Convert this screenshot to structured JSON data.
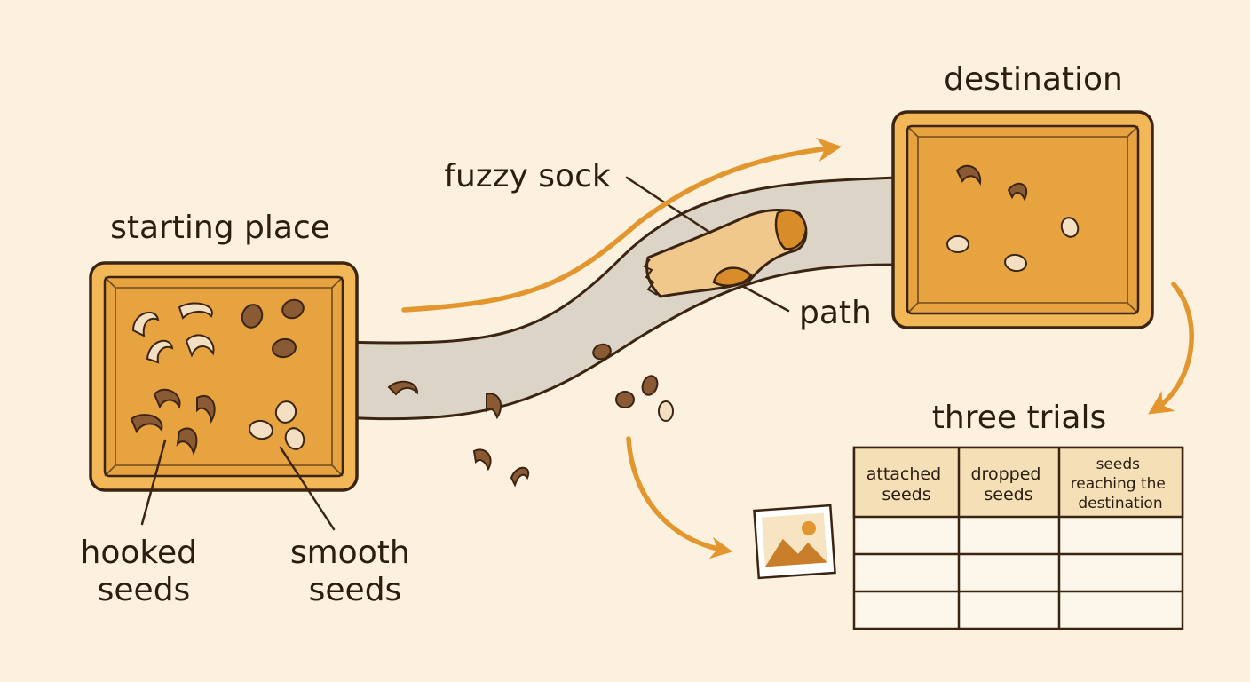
{
  "labels": {
    "start": "starting place",
    "destination": "destination",
    "sock": "fuzzy sock",
    "path": "path",
    "hooked": [
      "hooked",
      "seeds"
    ],
    "smooth": [
      "smooth",
      "seeds"
    ],
    "trials": "three trials"
  },
  "table": {
    "headers": [
      [
        "attached",
        "seeds"
      ],
      [
        "dropped",
        "seeds"
      ],
      [
        "seeds",
        "reaching the",
        "destination"
      ]
    ],
    "rows": 3
  },
  "icons": [
    "image-icon"
  ],
  "colors": {
    "background": "#fbf1de",
    "tray": "#e7a33f",
    "tray_frame": "#f2b857",
    "outline": "#3b2412",
    "arrow": "#e3962e",
    "path": "#dcd4c6",
    "seed_dark": "#8a5a34",
    "seed_light": "#f3e0c2",
    "table_head": "#f4dfb6"
  }
}
